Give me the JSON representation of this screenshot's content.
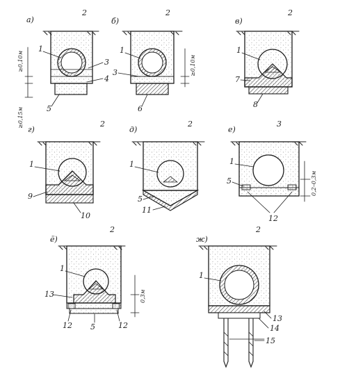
{
  "diagram": {
    "panels": [
      {
        "id": "a",
        "letter": "а)",
        "numbers": [
          "2",
          "1",
          "3",
          "4",
          "5"
        ],
        "dims": [
          "≥0,10м",
          "≥0,15м"
        ]
      },
      {
        "id": "b",
        "letter": "б)",
        "numbers": [
          "2",
          "1",
          "3",
          "6"
        ],
        "dims": [
          "≥0,10м"
        ]
      },
      {
        "id": "c",
        "letter": "в)",
        "numbers": [
          "2",
          "1",
          "7",
          "8"
        ],
        "dims": []
      },
      {
        "id": "d",
        "letter": "г)",
        "numbers": [
          "2",
          "1",
          "9",
          "10"
        ],
        "dims": []
      },
      {
        "id": "e",
        "letter": "д)",
        "numbers": [
          "2",
          "1",
          "5",
          "11"
        ],
        "dims": []
      },
      {
        "id": "f",
        "letter": "е)",
        "numbers": [
          "3",
          "1",
          "5",
          "12"
        ],
        "dims": [
          "0,2–0,3м"
        ]
      },
      {
        "id": "g",
        "letter": "ё)",
        "numbers": [
          "2",
          "1",
          "13",
          "12",
          "5",
          "12"
        ],
        "dims": [
          "0,3м"
        ]
      },
      {
        "id": "h",
        "letter": "ж)",
        "numbers": [
          "2",
          "1",
          "13",
          "14",
          "15"
        ],
        "dims": []
      }
    ]
  },
  "colors": {
    "ink": "#1d1d1d",
    "fill_stipple": "#8a8a8a",
    "hatch": "#3a3a3a",
    "paper": "#ffffff"
  }
}
